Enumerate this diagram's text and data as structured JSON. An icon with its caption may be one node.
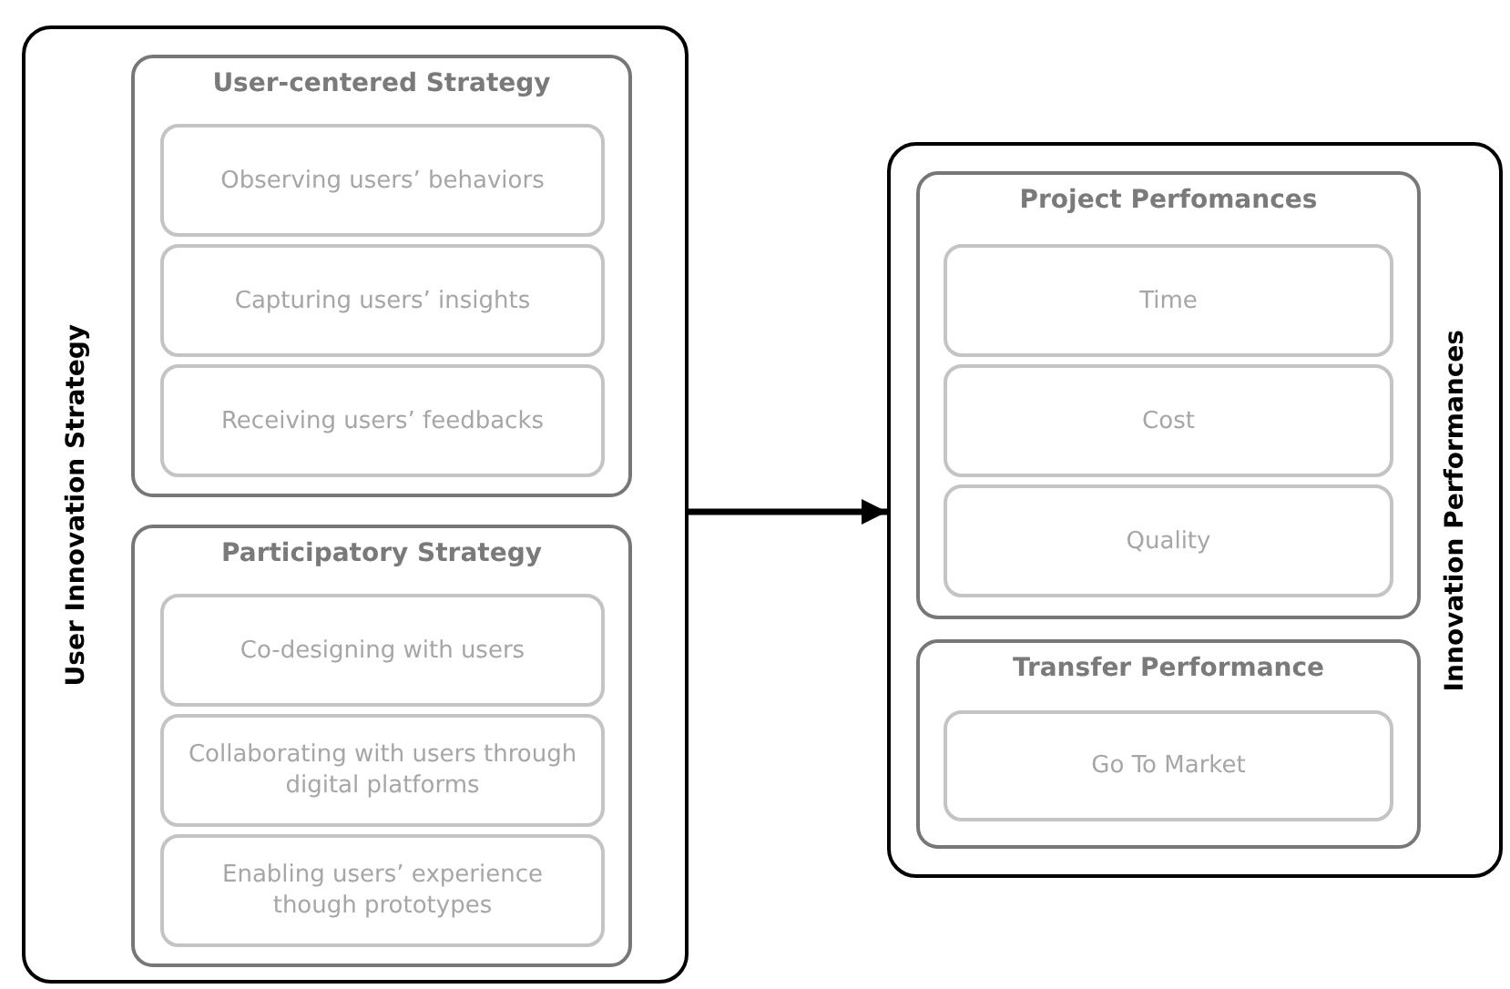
{
  "diagram": {
    "nodes": [
      {
        "text": [
          "User Innovation Strategy"
        ]
      },
      {
        "text": [
          "User-centered Strategy"
        ],
        "in": 0
      },
      {
        "text": [
          "Observing users’ behaviors"
        ],
        "in": 1
      },
      {
        "text": [
          "Capturing users’ insights"
        ],
        "in": 1
      },
      {
        "text": [
          "Receiving users’ feedbacks"
        ],
        "in": 1
      },
      {
        "text": [
          "Participatory Strategy"
        ],
        "in": 0
      },
      {
        "text": [
          "Co-designing with users"
        ],
        "in": 5
      },
      {
        "text": [
          "Collaborating with users through digital platforms"
        ],
        "in": 5
      },
      {
        "text": [
          "Enabling users’ experience though prototypes"
        ],
        "in": 5
      },
      {
        "text": [
          "Innovation Performances"
        ]
      },
      {
        "text": [
          "Project Perfomances"
        ],
        "in": 9
      },
      {
        "text": [
          "Time"
        ],
        "in": 10
      },
      {
        "text": [
          "Cost"
        ],
        "in": 10
      },
      {
        "text": [
          "Quality"
        ],
        "in": 10
      },
      {
        "text": [
          "Transfer Performance"
        ],
        "in": 9
      },
      {
        "text": [
          "Go To Market"
        ],
        "in": 14
      }
    ],
    "edges": [
      {
        "from": 0,
        "to": 9,
        "arrow": "to"
      }
    ]
  }
}
